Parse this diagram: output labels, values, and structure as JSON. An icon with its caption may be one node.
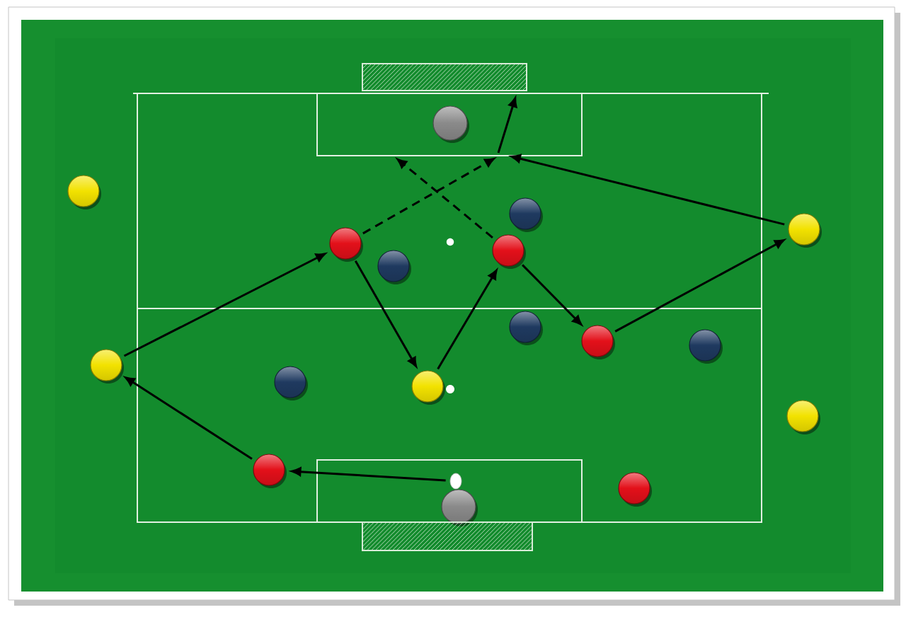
{
  "diagram": {
    "nodes": [
      {
        "text": [],
        "shape": "picture"
      },
      {
        "text": [],
        "shape": "circle"
      },
      {
        "text": [],
        "shape": "circle"
      },
      {
        "text": [],
        "shape": "circle"
      },
      {
        "text": [],
        "shape": "circle"
      },
      {
        "text": [],
        "shape": "circle"
      },
      {
        "text": [],
        "shape": "circle"
      },
      {
        "text": [],
        "shape": "circle"
      },
      {
        "text": [],
        "shape": "circle"
      },
      {
        "text": [],
        "shape": "circle"
      },
      {
        "text": [],
        "shape": "circle"
      },
      {
        "text": [],
        "shape": "circle"
      },
      {
        "text": [],
        "shape": "circle"
      },
      {
        "text": [],
        "shape": "circle"
      },
      {
        "text": [],
        "shape": "circle"
      },
      {
        "text": [],
        "shape": "circle"
      },
      {
        "text": [],
        "shape": "circle"
      },
      {
        "text": [],
        "shape": "circle"
      },
      {
        "text": [],
        "shape": "circle"
      },
      {
        "text": [],
        "shape": "picture"
      }
    ],
    "edges": [
      {
        "from": 16,
        "to": 15,
        "arrow": "to"
      },
      {
        "from": 15,
        "to": 11,
        "arrow": "to"
      },
      {
        "from": 11,
        "to": 5,
        "arrow": "to"
      },
      {
        "from": 5,
        "to": 13,
        "arrow": "to"
      },
      {
        "from": 13,
        "to": 6,
        "arrow": "to"
      },
      {
        "from": 6,
        "to": 9,
        "arrow": "to"
      },
      {
        "from": 9,
        "to": 4,
        "arrow": "to"
      },
      {
        "from": 4,
        "to": null,
        "arrow": "to"
      },
      {
        "from": 5,
        "to": null,
        "arrow": "to",
        "style": "dashed"
      },
      {
        "from": 6,
        "to": null,
        "arrow": "to",
        "style": "dashed"
      },
      {
        "from": null,
        "to": 0,
        "arrow": "to"
      }
    ]
  }
}
